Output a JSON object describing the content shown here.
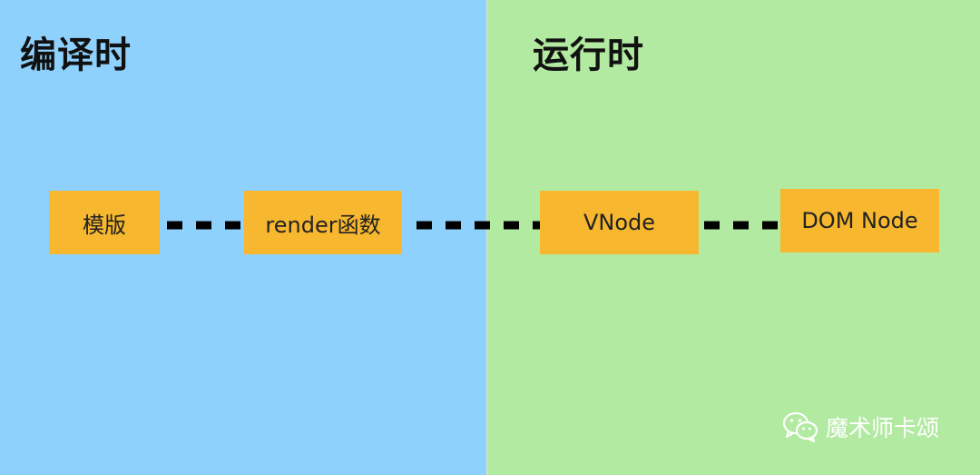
{
  "colors": {
    "left_bg": "#8ed1fc",
    "right_bg": "#b2eaa1",
    "node_fill": "#f7b72e",
    "connector": "#000000"
  },
  "panels": {
    "left": {
      "title": "编译时"
    },
    "right": {
      "title": "运行时"
    }
  },
  "nodes": [
    {
      "label": "模版"
    },
    {
      "label": "render函数"
    },
    {
      "label": "VNode"
    },
    {
      "label": "DOM Node"
    }
  ],
  "watermark": {
    "icon": "wechat-icon",
    "text": "魔术师卡颂"
  }
}
